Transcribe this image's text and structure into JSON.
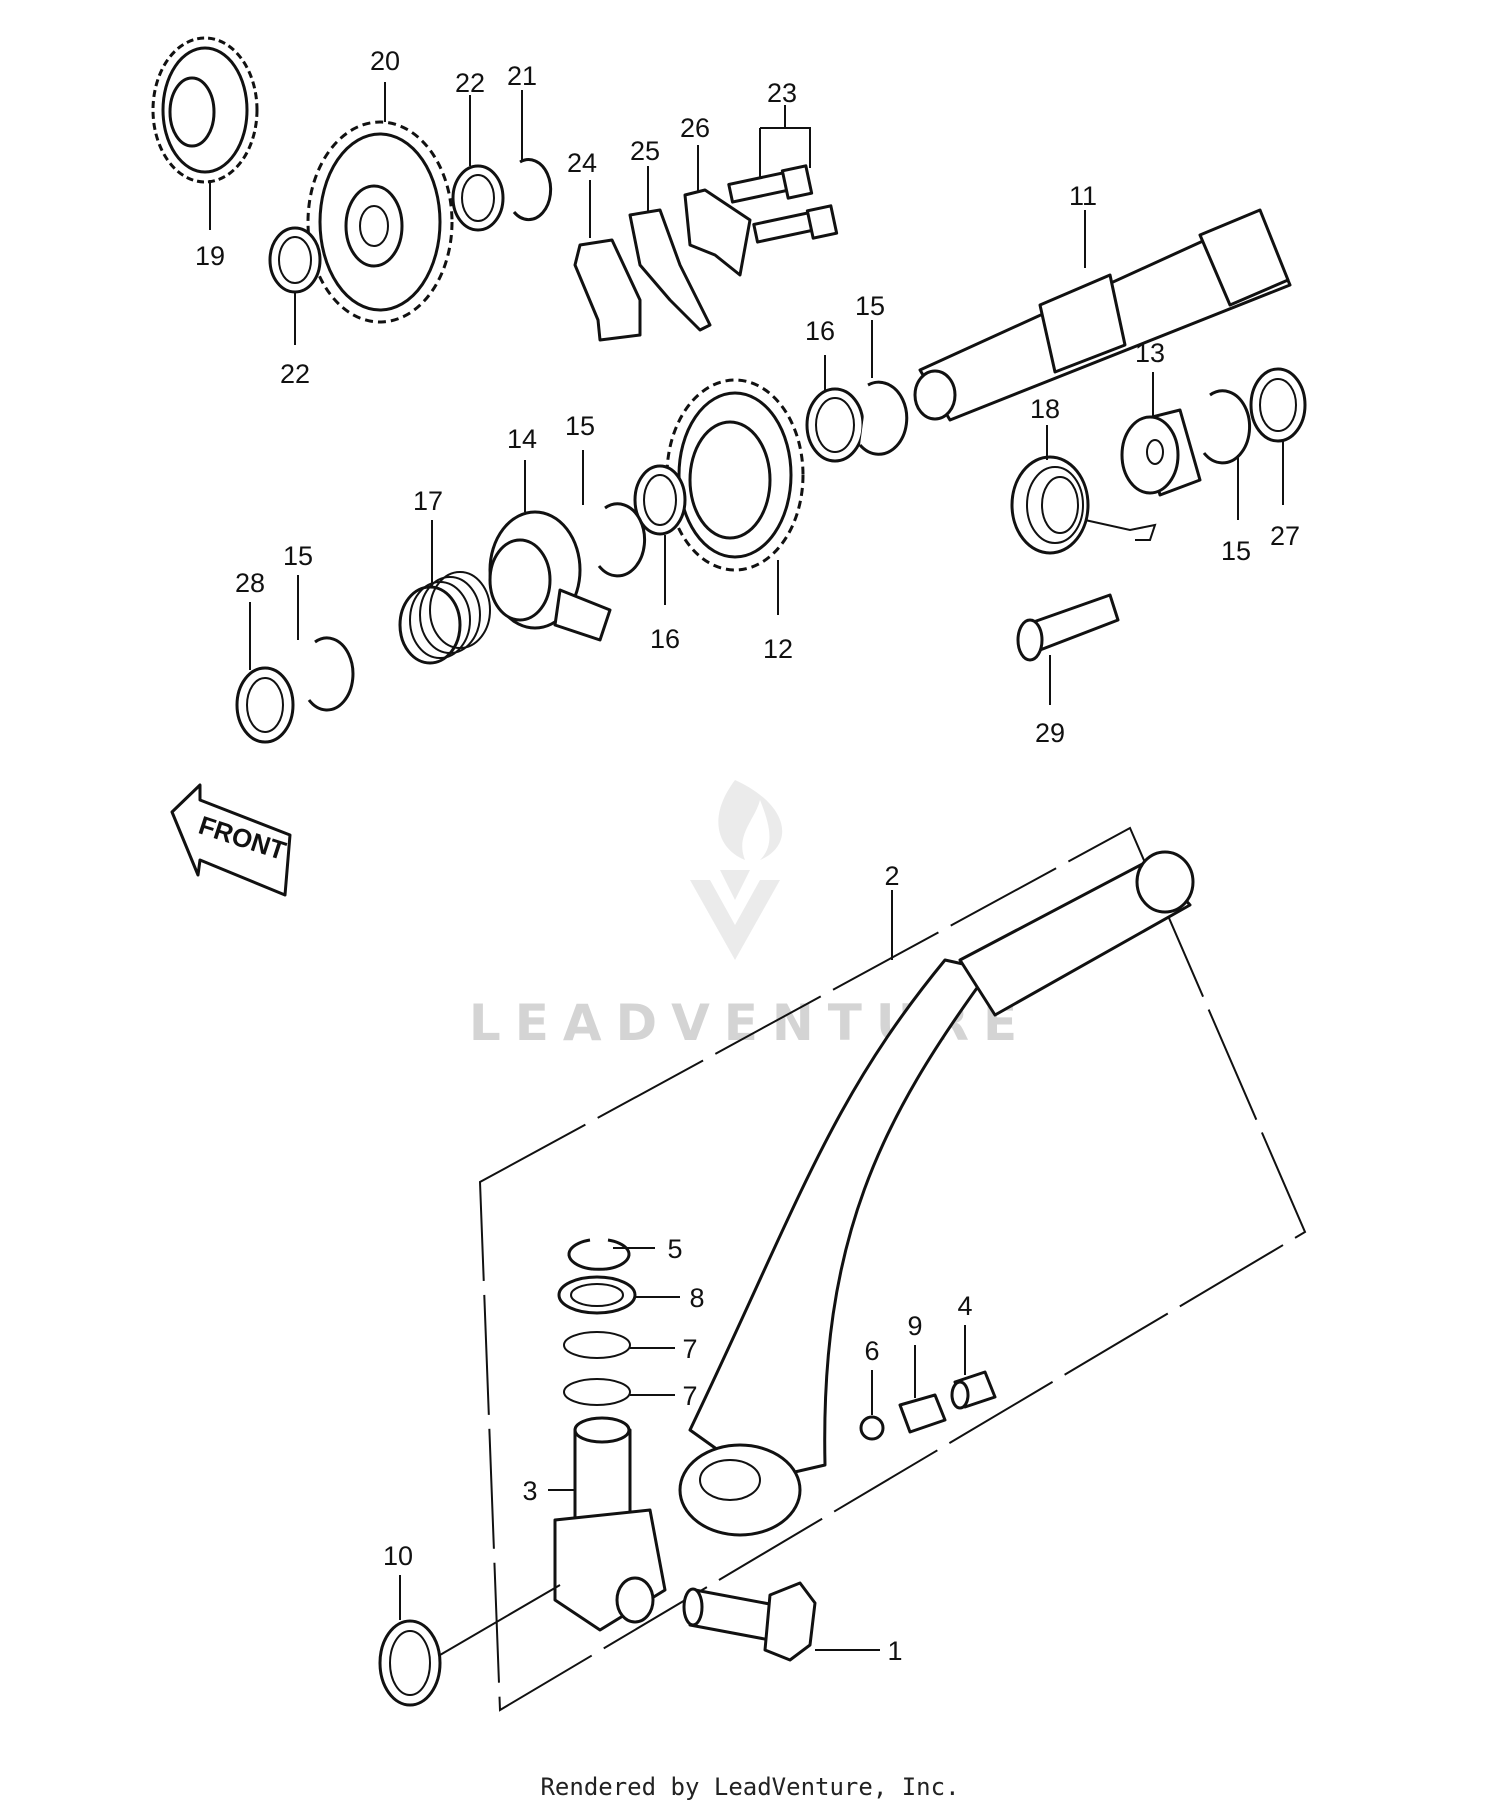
{
  "watermark": "LEADVENTURE",
  "front_label": "FRONT",
  "credit": "Rendered by LeadVenture, Inc.",
  "callouts": {
    "c1": "1",
    "c2": "2",
    "c3": "3",
    "c4": "4",
    "c5": "5",
    "c6": "6",
    "c7a": "7",
    "c7b": "7",
    "c8": "8",
    "c9": "9",
    "c10": "10",
    "c11": "11",
    "c12": "12",
    "c13": "13",
    "c14": "14",
    "c15a": "15",
    "c15b": "15",
    "c15c": "15",
    "c15d": "15",
    "c16a": "16",
    "c16b": "16",
    "c17": "17",
    "c18": "18",
    "c19": "19",
    "c20": "20",
    "c21": "21",
    "c22a": "22",
    "c22b": "22",
    "c23": "23",
    "c24": "24",
    "c25": "25",
    "c26": "26",
    "c27": "27",
    "c28": "28",
    "c29": "29"
  }
}
